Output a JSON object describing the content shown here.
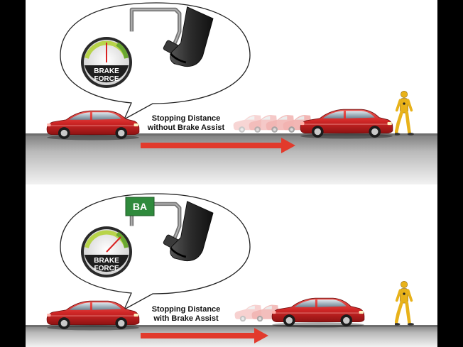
{
  "gauge": {
    "line1": "BRAKE",
    "line2": "FORCE"
  },
  "ba_badge": "BA",
  "panels": [
    {
      "label_line1": "Stopping Distance",
      "label_line2": "without Brake Assist"
    },
    {
      "label_line1": "Stopping Distance",
      "label_line2": "with Brake Assist"
    }
  ],
  "colors": {
    "car": "#d32a2a",
    "arrow": "#e23a2c",
    "ground": "#8a8a8a",
    "ba_badge": "#2f8a3c",
    "pedestrian": "#e8b21a"
  },
  "icons": [
    "car-icon",
    "ghost-car-icon",
    "brake-pedal-icon",
    "shoe-icon",
    "pedestrian-icon",
    "brake-force-gauge-icon"
  ]
}
